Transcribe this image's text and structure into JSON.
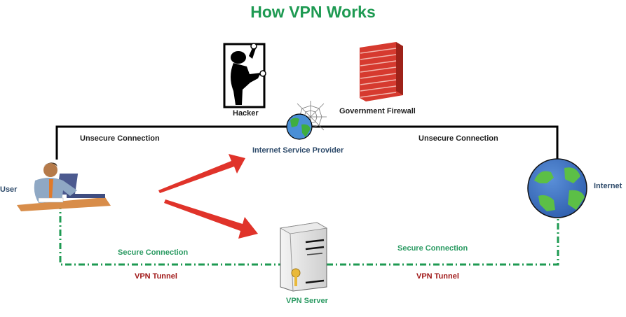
{
  "title": "How VPN Works",
  "colors": {
    "title": "#1e9a52",
    "unsecure_line": "#000000",
    "secure_line": "#1e9a52",
    "arrow": "#e0332a",
    "tunnel_label": "#a01818"
  },
  "nodes": {
    "user": {
      "label": "User",
      "icon": "person-at-laptop-icon"
    },
    "hacker": {
      "label": "Hacker",
      "icon": "hacker-climbing-window-icon"
    },
    "firewall": {
      "label": "Government Firewall",
      "icon": "brick-wall-icon"
    },
    "isp": {
      "label": "Internet Service Provider",
      "icon": "globe-with-spiderweb-icon"
    },
    "internet": {
      "label": "Internet",
      "icon": "globe-icon"
    },
    "vpn_server": {
      "label": "VPN Server",
      "icon": "server-with-key-icon"
    }
  },
  "connections": {
    "unsecure_left": "Unsecure Connection",
    "unsecure_right": "Unsecure Connection",
    "secure_left": "Secure Connection",
    "secure_right": "Secure Connection",
    "tunnel_left": "VPN Tunnel",
    "tunnel_right": "VPN Tunnel"
  }
}
